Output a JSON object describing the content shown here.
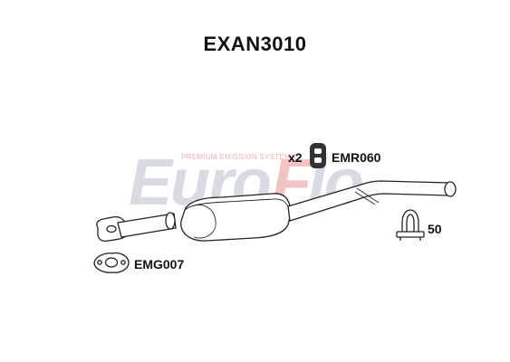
{
  "header": {
    "part_code": "EXAN3010"
  },
  "watermark": {
    "brand": "EuroFlo",
    "tagline": "PREMIUM EMISSION SYSTEMS"
  },
  "parts": {
    "rubber_mount": {
      "code": "EMR060",
      "quantity": "x2"
    },
    "gasket": {
      "code": "EMG007"
    },
    "clamp": {
      "size": "50"
    }
  },
  "colors": {
    "watermark_grey": "#d9dbe3",
    "watermark_red": "#f4c2c2",
    "outline": "#222222"
  }
}
